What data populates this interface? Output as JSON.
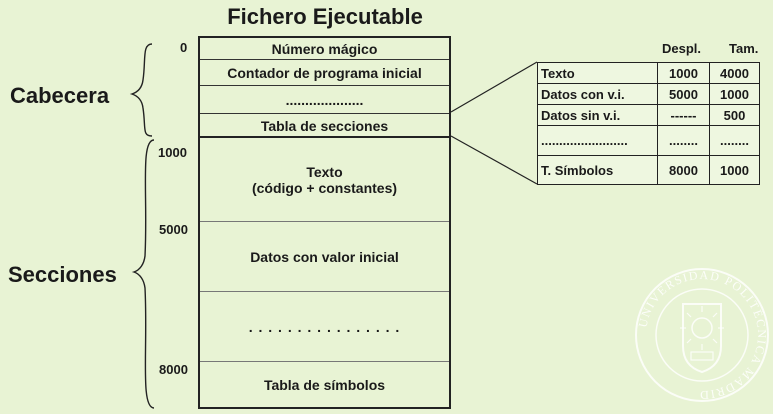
{
  "title": "Fichero Ejecutable",
  "groups": {
    "header": "Cabecera",
    "sections": "Secciones"
  },
  "offsets": [
    "0",
    "1000",
    "5000",
    "8000"
  ],
  "header_rows": [
    "Número mágico",
    "Contador de programa inicial",
    "....................",
    "Tabla de secciones"
  ],
  "section_rows": [
    {
      "line1": "Texto",
      "line2": "(código + constantes)"
    },
    {
      "line1": "Datos con valor inicial",
      "line2": ""
    },
    {
      "line1": ". . . . . . . . . . . . . . . .",
      "line2": ""
    },
    {
      "line1": "Tabla de símbolos",
      "line2": ""
    }
  ],
  "section_table": {
    "columns": [
      "Despl.",
      "Tam."
    ],
    "rows": [
      [
        "Texto",
        "1000",
        "4000"
      ],
      [
        "Datos con v.i.",
        "5000",
        "1000"
      ],
      [
        "Datos sin v.i.",
        "------",
        "500"
      ],
      [
        "........................",
        "........",
        "........"
      ],
      [
        "T. Símbolos",
        "8000",
        "1000"
      ]
    ]
  },
  "logo": {
    "text": "UNIVERSIDAD POLITÉCNICA MADRID"
  }
}
